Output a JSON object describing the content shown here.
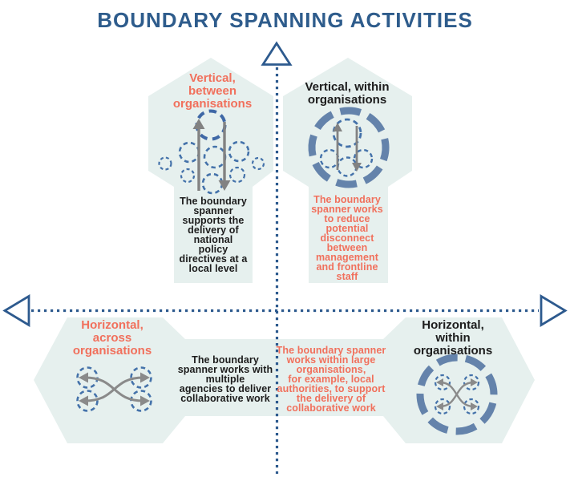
{
  "title": "BOUNDARY SPANNING ACTIVITIES",
  "colors": {
    "title_blue": "#2e5c8c",
    "accent_orange": "#f1705c",
    "text_dark": "#1c1c1c",
    "shape_teal": "#e6f0ee",
    "axis_blue": "#2d5a8e",
    "dashed_circle_blue": "#4472aa",
    "thick_ring_slate": "#6483ab",
    "arrow_gray": "#828282"
  },
  "axes": {
    "style": "dotted",
    "vertical_arrowhead": "up-triangle-outline",
    "horizontal_arrowheads": [
      "left-triangle-outline",
      "right-triangle-outline"
    ]
  },
  "quadrants": [
    {
      "id": "vertical-between-organisations",
      "position": "top-left",
      "heading": "Vertical,\nbetween\norganisations",
      "heading_color": "#f1705c",
      "body": "The boundary\nspanner\nsupports the\ndelivery of\nnational\npolicy\ndirectives at a\nlocal level",
      "body_color": "#1c1c1c",
      "icon": "dashed-circles-cluster-with-up-down-arrows"
    },
    {
      "id": "vertical-within-organisations",
      "position": "top-right",
      "heading": "Vertical, within\norganisations",
      "heading_color": "#1c1c1c",
      "body": "The boundary\nspanner works\nto reduce\npotential\ndisconnect\nbetween\nmanagement\nand frontline\nstaff",
      "body_color": "#f1705c",
      "icon": "dashed-ring-enclosing-circles-with-up-down-arrows"
    },
    {
      "id": "horizontal-across-organisations",
      "position": "bottom-left",
      "heading": "Horizontal,\nacross\norganisations",
      "heading_color": "#f1705c",
      "body": "The boundary\nspanner works with\nmultiple\nagencies to deliver\ncollaborative work",
      "body_color": "#1c1c1c",
      "icon": "crossed-arrows-with-dashed-circles"
    },
    {
      "id": "horizontal-within-organisations",
      "position": "bottom-right",
      "heading": "Horizontal,\nwithin\norganisations",
      "heading_color": "#1c1c1c",
      "body": "The boundary spanner\nworks within large\norganisations,\nfor example, local\nauthorities, to support\nthe delivery of\ncollaborative work",
      "body_color": "#f1705c",
      "icon": "dashed-ring-enclosing-crossed-arrows"
    }
  ]
}
